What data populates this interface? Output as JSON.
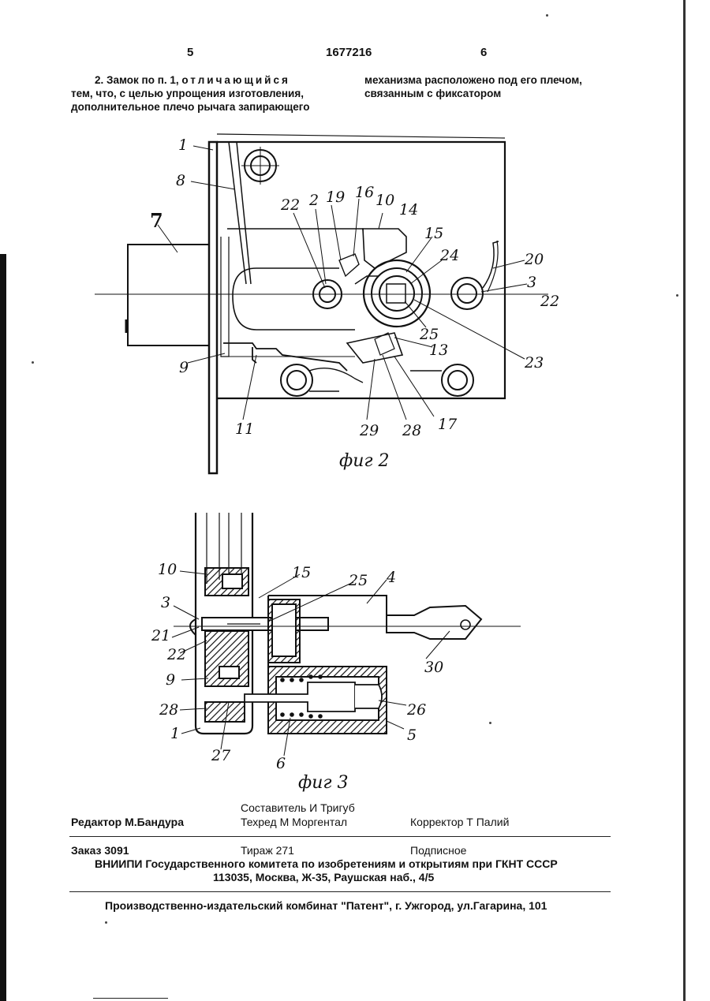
{
  "header": {
    "page_left": "5",
    "patent_number": "1677216",
    "page_right": "6"
  },
  "claim": {
    "number_prefix": "2. Замок по п. 1,",
    "spaced": "отличающийся",
    "left_rest_1": "тем, что, с целью упрощения изготовления,",
    "left_rest_2": "дополнительное плечо рычага запирающего",
    "right_1": "механизма расположено под его плечом,",
    "right_2": "связанным с фиксатором"
  },
  "fig2": {
    "caption": "фиг 2",
    "labels": [
      "1",
      "8",
      "7",
      "22",
      "2",
      "19",
      "16",
      "10",
      "14",
      "15",
      "24",
      "20",
      "3",
      "22",
      "25",
      "13",
      "23",
      "9",
      "11",
      "29",
      "28",
      "17"
    ]
  },
  "fig3": {
    "caption": "фиг 3",
    "labels": [
      "10",
      "15",
      "25",
      "4",
      "3",
      "21",
      "22",
      "9",
      "28",
      "1",
      "27",
      "6",
      "30",
      "26",
      "5"
    ]
  },
  "imprint": {
    "editor": "Редактор  М.Бандура",
    "compiler": "Составитель  И Тригуб",
    "techred": "Техред М Моргентал",
    "corrector": "Корректор  Т Палий",
    "order": "Заказ  3091",
    "circulation": "Тираж  271",
    "subscription": "Подписное",
    "org_line": "ВНИИПИ Государственного комитета по изобретениям и открытиям при ГКНТ СССР",
    "address": "113035, Москва, Ж-35, Раушская наб., 4/5",
    "publisher": "Производственно-издательский комбинат \"Патент\", г. Ужгород, ул.Гагарина, 101"
  }
}
